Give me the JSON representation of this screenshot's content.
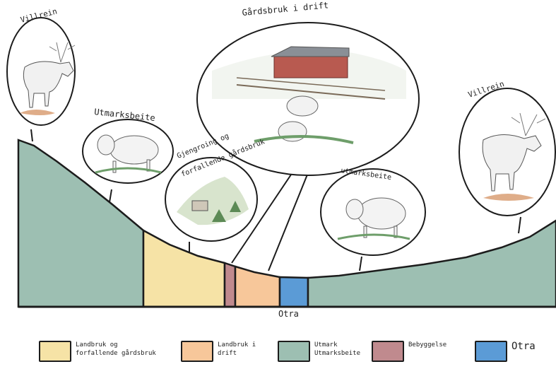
{
  "labels": {
    "villrein_left": "Villrein",
    "utmark_left": "Utmarksbeite",
    "gjengroing": [
      "Gjengroing og",
      "forfallende gårdsbruk"
    ],
    "gardsbruk": "Gårdsbruk i drift",
    "utmark_right": "utmarksbeite",
    "villrein_right": "Villrein",
    "river": "Otra"
  },
  "legend": [
    {
      "text": "Landbruk og\nforfallende gårdsbruk",
      "color": "#f6e3a6",
      "icon": "landbruk-forfallende-swatch"
    },
    {
      "text": "Landbruk i\ndrift",
      "color": "#f7c79a",
      "icon": "landbruk-drift-swatch"
    },
    {
      "text": "Utmark\nUtmarksbeite",
      "color": "#9dbfb2",
      "icon": "utmark-swatch"
    },
    {
      "text": "Bebyggelse",
      "color": "#c08a8e",
      "icon": "bebyggelse-swatch"
    },
    {
      "text": "Otra",
      "color": "#5b9bd6",
      "icon": "otra-swatch"
    }
  ],
  "colors": {
    "utmark": "#9dbfb2",
    "landbruk_forfallende": "#f6e3a6",
    "landbruk_drift": "#f7c79a",
    "bebyggelse": "#c08a8e",
    "otra": "#5b9bd6",
    "outline": "#1c1c1c"
  }
}
